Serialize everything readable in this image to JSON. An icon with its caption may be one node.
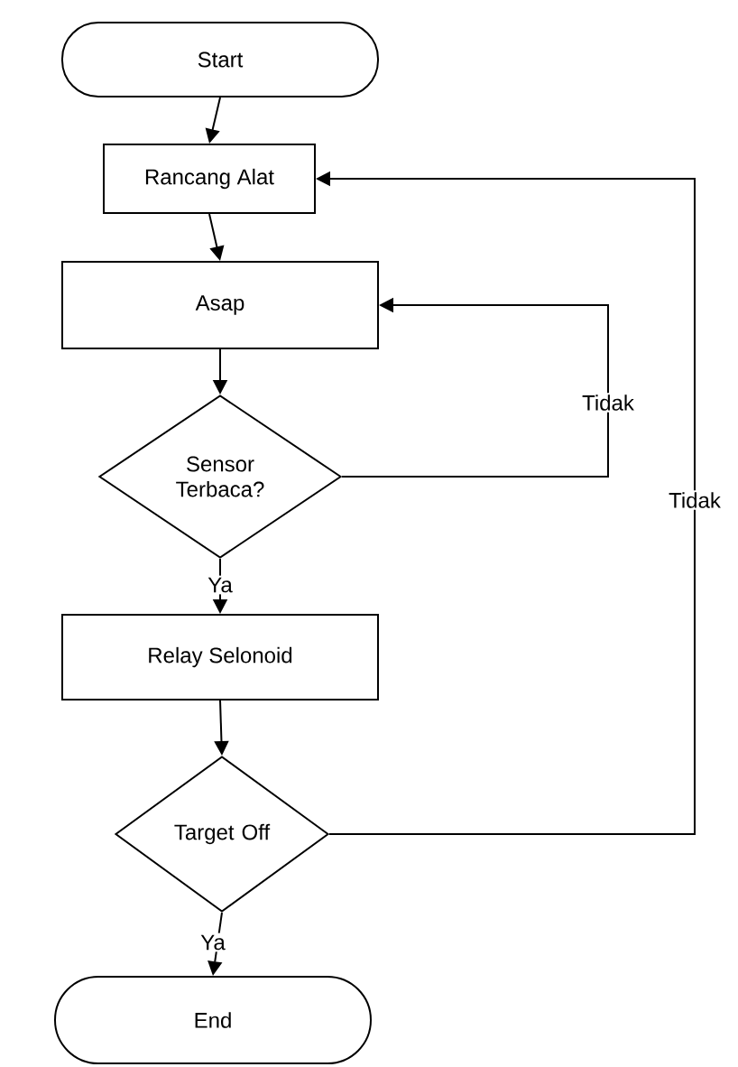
{
  "diagram": {
    "nodes": [
      {
        "text": [
          "Start"
        ]
      },
      {
        "text": [
          "Rancang Alat"
        ]
      },
      {
        "text": [
          "Asap"
        ]
      },
      {
        "text": [
          "Sensor Terbaca?"
        ]
      },
      {
        "text": [
          "Relay Selonoid"
        ]
      },
      {
        "text": [
          "Target Off"
        ]
      },
      {
        "text": [
          "End"
        ]
      }
    ],
    "edges": [
      {
        "from": 0,
        "to": 1,
        "arrow": "to"
      },
      {
        "from": 1,
        "to": 2,
        "arrow": "to"
      },
      {
        "from": 2,
        "to": 3,
        "arrow": "to"
      },
      {
        "from": 3,
        "to": 4,
        "arrow": "to",
        "label": "Ya"
      },
      {
        "from": 3,
        "to": 2,
        "arrow": "to",
        "label": "Tidak"
      },
      {
        "from": 4,
        "to": 5,
        "arrow": "to"
      },
      {
        "from": 5,
        "to": 6,
        "arrow": "to",
        "label": "Ya"
      },
      {
        "from": 5,
        "to": 1,
        "arrow": "to",
        "label": "Tidak"
      }
    ]
  }
}
